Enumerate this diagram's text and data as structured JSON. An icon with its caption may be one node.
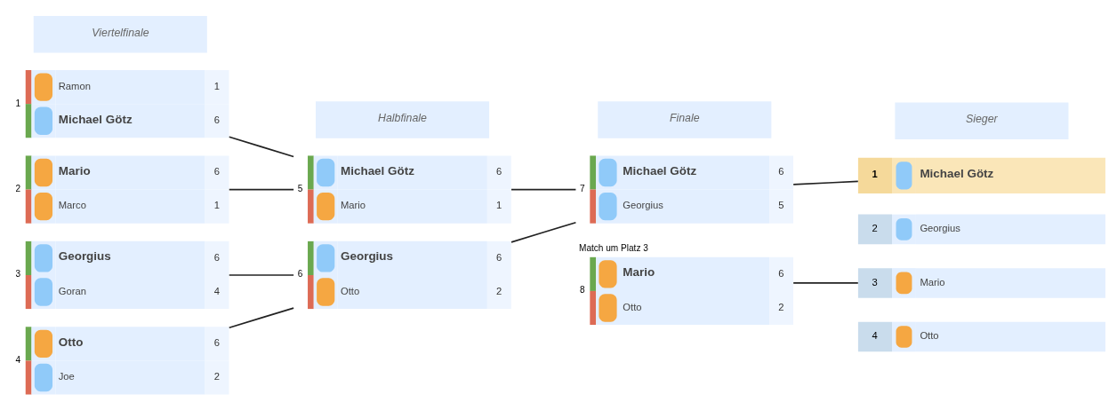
{
  "diagram": {
    "nodes": [
      {
        "text": [
          "Ramon",
          "1",
          "Michael Götz",
          "6"
        ],
        "beside": [
          "1"
        ]
      },
      {
        "text": [
          "Mario",
          "6",
          "Marco",
          "1"
        ],
        "beside": [
          "2"
        ]
      },
      {
        "text": [
          "Georgius",
          "6",
          "Goran",
          "4"
        ],
        "beside": [
          "3"
        ]
      },
      {
        "text": [
          "Otto",
          "6",
          "Joe",
          "2"
        ],
        "beside": [
          "4"
        ]
      },
      {
        "text": [
          "Michael Götz",
          "6",
          "Mario",
          "1"
        ],
        "beside": [
          "5"
        ]
      },
      {
        "text": [
          "Georgius",
          "6",
          "Otto",
          "2"
        ],
        "beside": [
          "6"
        ]
      },
      {
        "text": [
          "Michael Götz",
          "6",
          "Georgius",
          "5"
        ],
        "beside": [
          "7"
        ]
      },
      {
        "text": [
          "Mario",
          "6",
          "Otto",
          "2"
        ],
        "beside": [
          "Match um Platz 3",
          "8"
        ]
      },
      {
        "text": [
          "1",
          "Michael Götz"
        ]
      },
      {
        "text": [
          "2",
          "Georgius"
        ]
      },
      {
        "text": [
          "3",
          "Mario"
        ]
      },
      {
        "text": [
          "4",
          "Otto"
        ]
      }
    ],
    "edges": [
      {
        "from": 0,
        "to": 4,
        "arrow": "none"
      },
      {
        "from": 1,
        "to": 4,
        "arrow": "none"
      },
      {
        "from": 2,
        "to": 5,
        "arrow": "none"
      },
      {
        "from": 3,
        "to": 5,
        "arrow": "none"
      },
      {
        "from": 4,
        "to": 6,
        "arrow": "none"
      },
      {
        "from": 5,
        "to": 6,
        "arrow": "none"
      },
      {
        "from": 6,
        "to": 8,
        "arrow": "none"
      },
      {
        "from": 7,
        "to": 10,
        "arrow": "none"
      }
    ],
    "labels": [
      "Viertelfinale",
      "Halbfinale",
      "Finale",
      "Sieger"
    ]
  }
}
